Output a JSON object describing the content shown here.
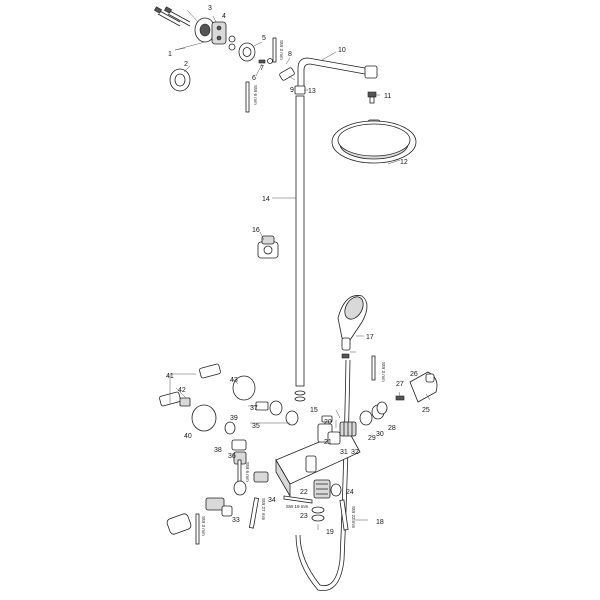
{
  "diagram": {
    "labels": [
      "1",
      "2",
      "3",
      "4",
      "5",
      "6",
      "7",
      "8",
      "9",
      "10",
      "11",
      "12",
      "13",
      "14",
      "15",
      "16",
      "17",
      "18",
      "19",
      "20",
      "21",
      "22",
      "23",
      "24",
      "25",
      "26",
      "27",
      "28",
      "29",
      "30",
      "31",
      "32",
      "33",
      "34",
      "35",
      "36",
      "37",
      "38",
      "39",
      "40",
      "41",
      "42",
      "43"
    ],
    "tools": {
      "sw3_top": "SW 3 mm",
      "sw6_top": "SW 6 mm",
      "sw3_right": "SW 3 mm",
      "sw6_left": "SW 6 mm",
      "sw19": "SW 19 mm",
      "sw27": "SW 27 mm",
      "sw22": "SW 22 mm",
      "sw3_bottom": "SW 3 mm"
    }
  }
}
